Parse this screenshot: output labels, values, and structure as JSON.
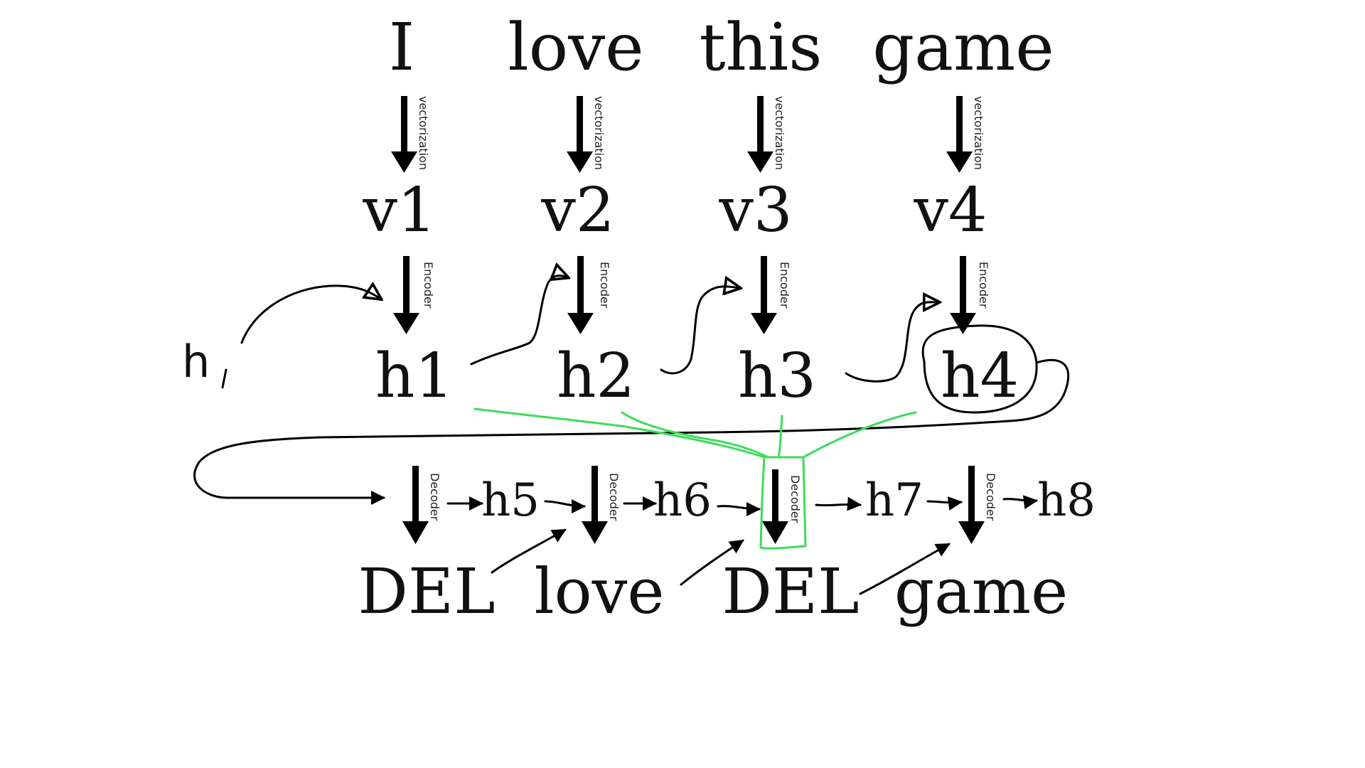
{
  "input_tokens": [
    "I",
    "love",
    "this",
    "game"
  ],
  "vectors": [
    "v1",
    "v2",
    "v3",
    "v4"
  ],
  "hidden_states": [
    "h1",
    "h2",
    "h3",
    "h4"
  ],
  "decoder_states": [
    "h5",
    "h6",
    "h7",
    "h8"
  ],
  "outputs": [
    "DEL",
    "love",
    "DEL",
    "game"
  ],
  "arrow_labels": {
    "vectorization": "vectorization",
    "encoder": "Encoder",
    "decoder": "Decoder"
  },
  "handwritten_initial_state": "h",
  "colors": {
    "ink": "#000000",
    "attention": "#3ddc5a",
    "background": "#ffffff"
  }
}
